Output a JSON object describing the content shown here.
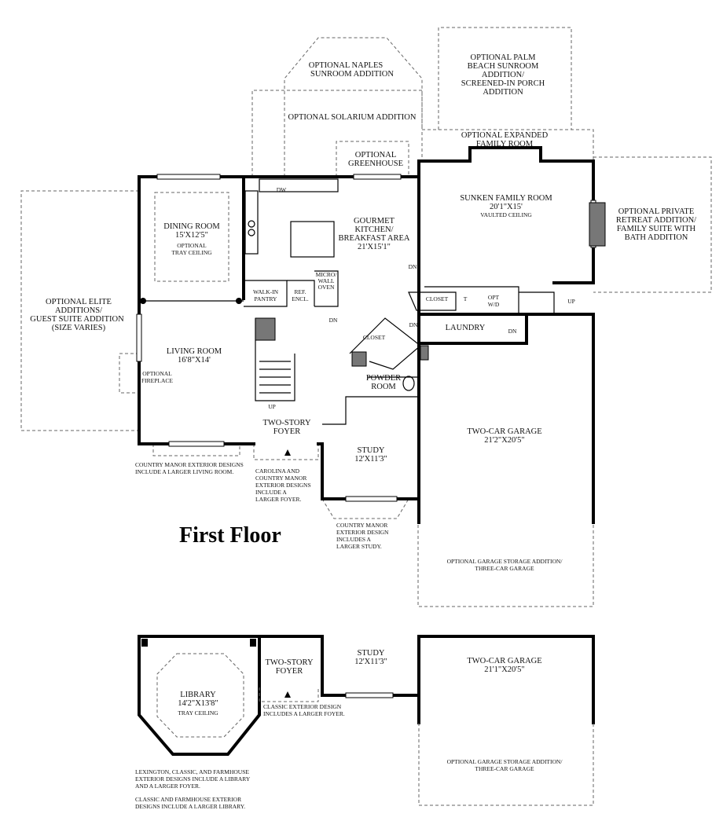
{
  "title": "First Floor",
  "rooms": {
    "dining": {
      "name": "DINING ROOM",
      "size": "15'X12'5\"",
      "note1": "OPTIONAL",
      "note2": "TRAY CEILING"
    },
    "living": {
      "name": "LIVING ROOM",
      "size": "16'8\"X14'"
    },
    "kitchen": {
      "line1": "GOURMET",
      "line2": "KITCHEN/",
      "line3": "BREAKFAST AREA",
      "size": "21'X15'1\""
    },
    "family": {
      "name": "SUNKEN FAMILY ROOM",
      "size": "20'1\"X15'",
      "note": "VAULTED CEILING"
    },
    "laundry": {
      "name": "LAUNDRY"
    },
    "powder": {
      "line1": "POWDER",
      "line2": "ROOM"
    },
    "study": {
      "name": "STUDY",
      "size": "12'X11'3\""
    },
    "foyer": {
      "line1": "TWO-STORY",
      "line2": "FOYER"
    },
    "garage": {
      "name": "TWO-CAR GARAGE",
      "size": "21'2\"X20'5\""
    },
    "pantry": {
      "line1": "WALK-IN",
      "line2": "PANTRY"
    },
    "ref": {
      "line1": "REF.",
      "line2": "ENCL."
    },
    "micro": {
      "line1": "MICRO/",
      "line2": "WALL",
      "line3": "OVEN"
    },
    "closet1": "CLOSET",
    "closet2": "CLOSET",
    "optwd": {
      "line1": "OPT",
      "line2": "W/D"
    },
    "t": "T",
    "dw": "DW"
  },
  "options": {
    "naples": {
      "line1": "OPTIONAL NAPLES",
      "line2": "SUNROOM ADDITION"
    },
    "solarium": "OPTIONAL SOLARIUM ADDITION",
    "palm": {
      "line1": "OPTIONAL PALM",
      "line2": "BEACH SUNROOM",
      "line3": "ADDITION/",
      "line4": "SCREENED-IN PORCH",
      "line5": "ADDITION"
    },
    "greenhouse": {
      "line1": "OPTIONAL",
      "line2": "GREENHOUSE"
    },
    "expanded": {
      "line1": "OPTIONAL EXPANDED",
      "line2": "FAMILY ROOM"
    },
    "private": {
      "line1": "OPTIONAL PRIVATE",
      "line2": "RETREAT ADDITION/",
      "line3": "FAMILY SUITE WITH",
      "line4": "BATH ADDITION"
    },
    "elite": {
      "line1": "OPTIONAL ELITE",
      "line2": "ADDITIONS/",
      "line3": "GUEST SUITE ADDITION",
      "line4": "(SIZE VARIES)"
    },
    "fireplace": {
      "line1": "OPTIONAL",
      "line2": "FIREPLACE"
    },
    "garage_storage": {
      "line1": "OPTIONAL GARAGE STORAGE ADDITION/",
      "line2": "THREE-CAR GARAGE"
    }
  },
  "markers": {
    "dn1": "DN",
    "dn2": "DN",
    "dn3": "DN",
    "dn4": "DN",
    "up1": "UP",
    "up2": "UP"
  },
  "notes": {
    "country_living": {
      "line1": "COUNTRY MANOR EXTERIOR DESIGNS",
      "line2": "INCLUDE A LARGER LIVING ROOM."
    },
    "carolina": {
      "line1": "CAROLINA AND",
      "line2": "COUNTRY MANOR",
      "line3": "EXTERIOR DESIGNS",
      "line4": "INCLUDE A",
      "line5": "LARGER FOYER."
    },
    "country_study": {
      "line1": "COUNTRY MANOR",
      "line2": "EXTERIOR DESIGN",
      "line3": "INCLUDES A",
      "line4": "LARGER STUDY."
    }
  },
  "alternate": {
    "library": {
      "name": "LIBRARY",
      "size": "14'2\"X13'8\"",
      "note": "TRAY CEILING"
    },
    "foyer": {
      "line1": "TWO-STORY",
      "line2": "FOYER"
    },
    "study": {
      "name": "STUDY",
      "size": "12'X11'3\""
    },
    "garage": {
      "name": "TWO-CAR GARAGE",
      "size": "21'1\"X20'5\""
    },
    "classic_note": {
      "line1": "CLASSIC EXTERIOR DESIGN",
      "line2": "INCLUDES A LARGER FOYER."
    },
    "garage_storage": {
      "line1": "OPTIONAL GARAGE STORAGE ADDITION/",
      "line2": "THREE-CAR GARAGE"
    },
    "lexington": {
      "line1": "LEXINGTON, CLASSIC, AND FARMHOUSE",
      "line2": "EXTERIOR DESIGNS INCLUDE A LIBRARY",
      "line3": "AND A LARGER FOYER.",
      "line4": "CLASSIC AND FARMHOUSE EXTERIOR",
      "line5": "DESIGNS INCLUDE A LARGER LIBRARY."
    }
  }
}
